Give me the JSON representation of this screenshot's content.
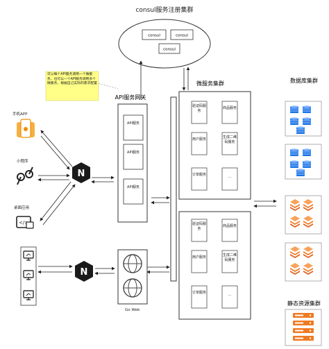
{
  "title": "consul服务注册集群",
  "consul": {
    "nodes": [
      "consul",
      "consul",
      "consul"
    ]
  },
  "gateway": {
    "title": "API服务网关",
    "services": [
      "API服务",
      "API服务",
      "API服务"
    ]
  },
  "note": {
    "text": "可以每个API服务调用一个微服务，也可以一个API服务调用多个微服务，根据自己实际的需求配置"
  },
  "micro": {
    "title": "微服务集群",
    "group1": [
      "验证码服务",
      "商品服务",
      "用户服务",
      "生成二维码服务",
      "订单服务",
      "..."
    ],
    "group2": [
      "验证码服务",
      "商品服务",
      "用户服务",
      "生成二维码服务",
      "订单服务",
      "..."
    ]
  },
  "clients": {
    "app": "手机APP",
    "mini": "小程序",
    "desktop": "桌面应用"
  },
  "goweb": {
    "label": "Go Web"
  },
  "db": {
    "title": "数据库集群"
  },
  "static": {
    "title": "静态资源集群"
  },
  "colors": {
    "note_bg": "#ffff88",
    "db_blue": "#1a73e8",
    "db_orange": "#f07a22",
    "nginx": "#1a1a1a"
  }
}
